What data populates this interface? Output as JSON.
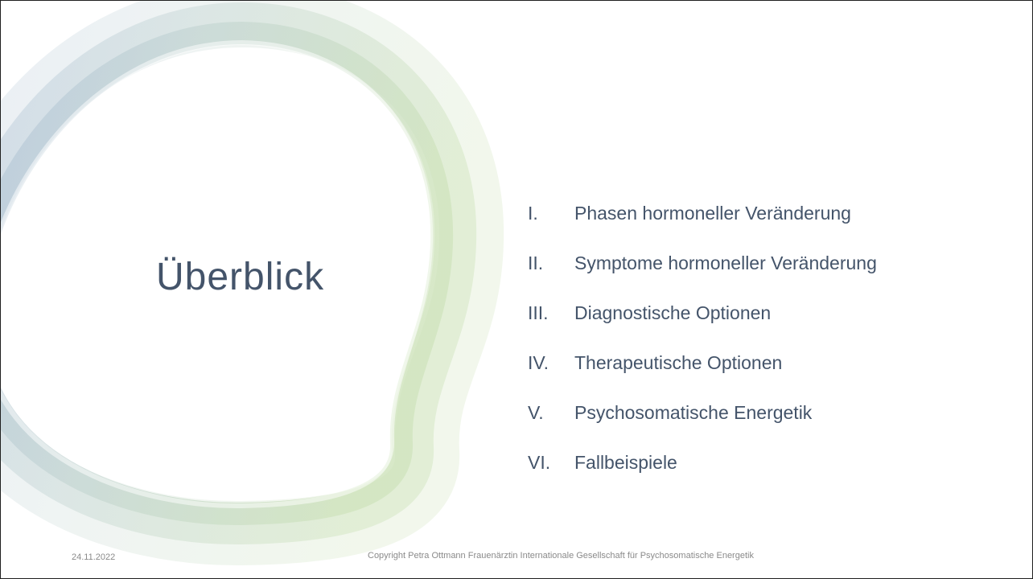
{
  "slide": {
    "title": "Überblick",
    "agenda": [
      {
        "num": "I.",
        "text": "Phasen hormoneller Veränderung"
      },
      {
        "num": "II.",
        "text": "Symptome hormoneller Veränderung"
      },
      {
        "num": "III.",
        "text": "Diagnostische Optionen"
      },
      {
        "num": "IV.",
        "text": "Therapeutische Optionen"
      },
      {
        "num": "V.",
        "text": "Psychosomatische Energetik"
      },
      {
        "num": "VI.",
        "text": "Fallbeispiele"
      }
    ],
    "footer": {
      "date": "24.11.2022",
      "copyright": "Copyright Petra Ottmann Frauenärztin Internationale Gesellschaft für Psychosomatische Energetik"
    }
  },
  "colors": {
    "text": "#44546a",
    "ring_blue": "#a9bdd6",
    "ring_green": "#c8dfb8",
    "footer_text": "#8a8a8a"
  }
}
